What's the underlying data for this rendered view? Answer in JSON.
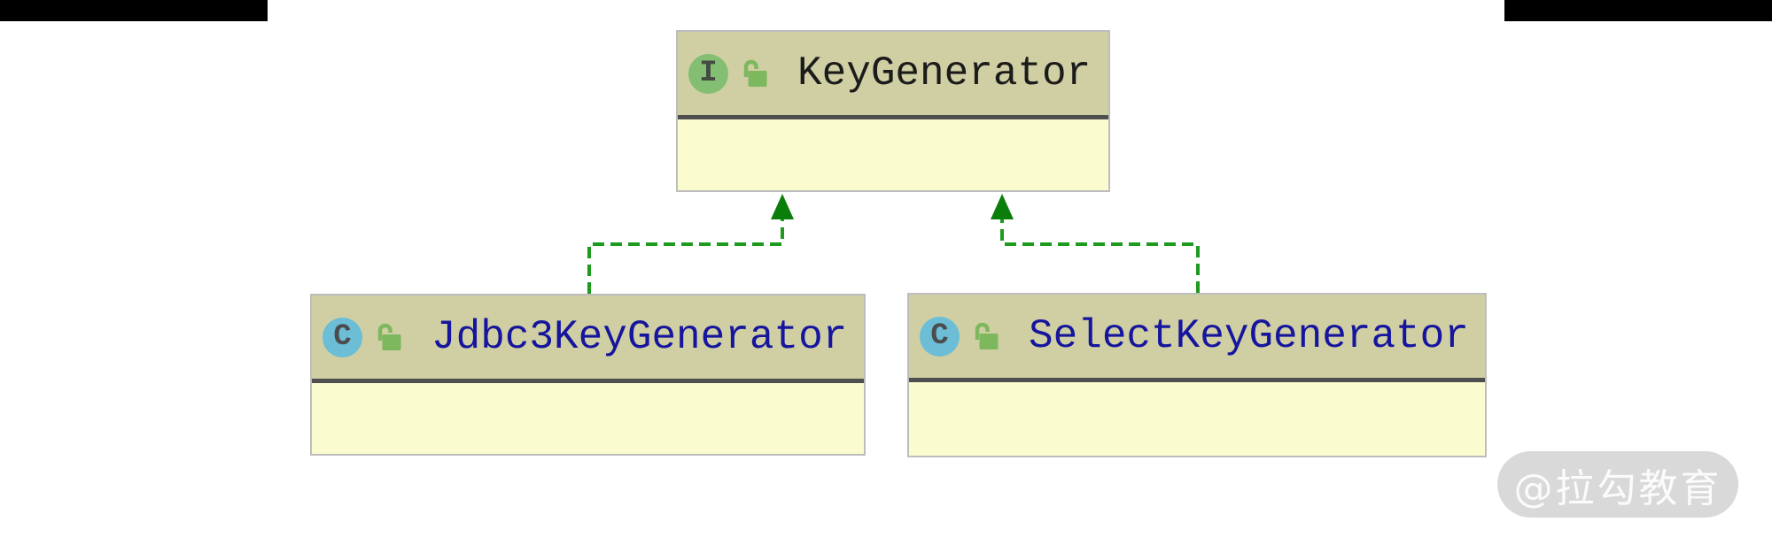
{
  "diagram": {
    "tool": "uml-class-diagram",
    "nodes": {
      "interface": {
        "name": "KeyGenerator",
        "kind": "interface",
        "badge_letter": "I",
        "visibility_icon": "unlocked",
        "members_section": ""
      },
      "class1": {
        "name": "Jdbc3KeyGenerator",
        "kind": "class",
        "badge_letter": "C",
        "visibility_icon": "unlocked",
        "members_section": ""
      },
      "class2": {
        "name": "SelectKeyGenerator",
        "kind": "class",
        "badge_letter": "C",
        "visibility_icon": "unlocked",
        "members_section": ""
      }
    },
    "relationships": [
      {
        "from": "Jdbc3KeyGenerator",
        "to": "KeyGenerator",
        "type": "implements",
        "line_style": "green-dashed",
        "arrowhead": "filled-triangle-up"
      },
      {
        "from": "SelectKeyGenerator",
        "to": "KeyGenerator",
        "type": "implements",
        "line_style": "green-dashed",
        "arrowhead": "filled-triangle-up"
      }
    ]
  },
  "watermark": {
    "text": "@拉勾教育"
  },
  "colors": {
    "node_header_bg": "#d0cfa3",
    "node_body_bg": "#fbfbd0",
    "node_border": "#bdbdbd",
    "node_separator": "#4f4f4f",
    "interface_badge_bg": "#84be72",
    "class_badge_bg": "#6cbed6",
    "badge_letter": "#434b43",
    "lock_green": "#7db85f",
    "arrow_line": "#1e9a1e",
    "arrow_head": "#0a7e0a",
    "interface_name_text": "#1b1b1b",
    "class_name_text": "#15159e",
    "crop_bar": "#000000",
    "watermark_bg": "#d9d9d9",
    "watermark_text": "#fbfbfb"
  }
}
